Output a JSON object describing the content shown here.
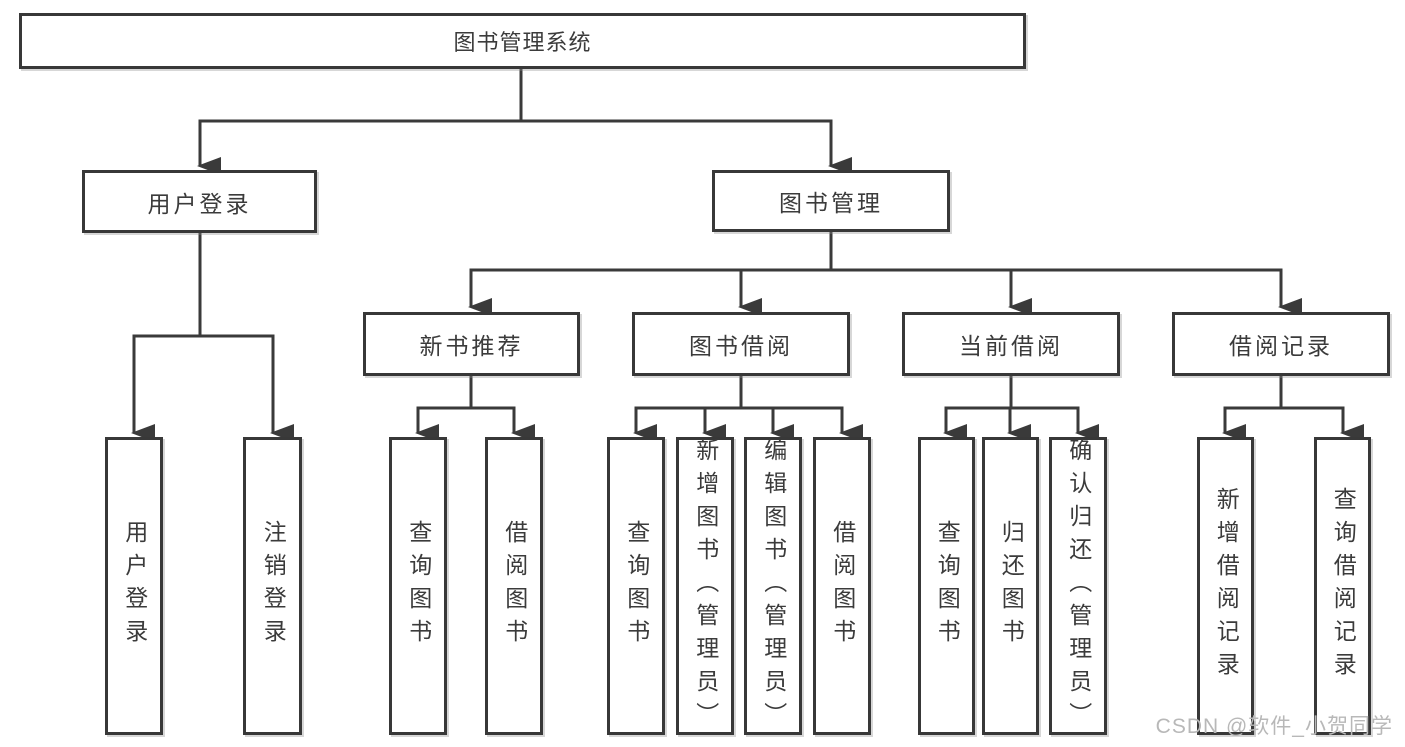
{
  "tree": {
    "root": {
      "label": "图书管理系统"
    },
    "branches": [
      {
        "label": "用户登录",
        "children": [
          {
            "label": "用户登录"
          },
          {
            "label": "注销登录"
          }
        ]
      },
      {
        "label": "图书管理",
        "groups": [
          {
            "label": "新书推荐",
            "children": [
              {
                "label": "查询图书"
              },
              {
                "label": "借阅图书"
              }
            ]
          },
          {
            "label": "图书借阅",
            "children": [
              {
                "label": "查询图书"
              },
              {
                "label": "新增图书（管理员）"
              },
              {
                "label": "编辑图书（管理员）"
              },
              {
                "label": "借阅图书"
              }
            ]
          },
          {
            "label": "当前借阅",
            "children": [
              {
                "label": "查询图书"
              },
              {
                "label": "归还图书"
              },
              {
                "label": "确认归还（管理员）"
              }
            ]
          },
          {
            "label": "借阅记录",
            "children": [
              {
                "label": "新增借阅记录"
              },
              {
                "label": "查询借阅记录"
              }
            ]
          }
        ]
      }
    ]
  },
  "watermark": {
    "text": "CSDN @软件_小贺同学",
    "color": "#b8b8b8"
  },
  "colors": {
    "line": "#3a3a3a",
    "box_border": "#383838",
    "text": "#3b3b3b",
    "background": "#ffffff"
  }
}
